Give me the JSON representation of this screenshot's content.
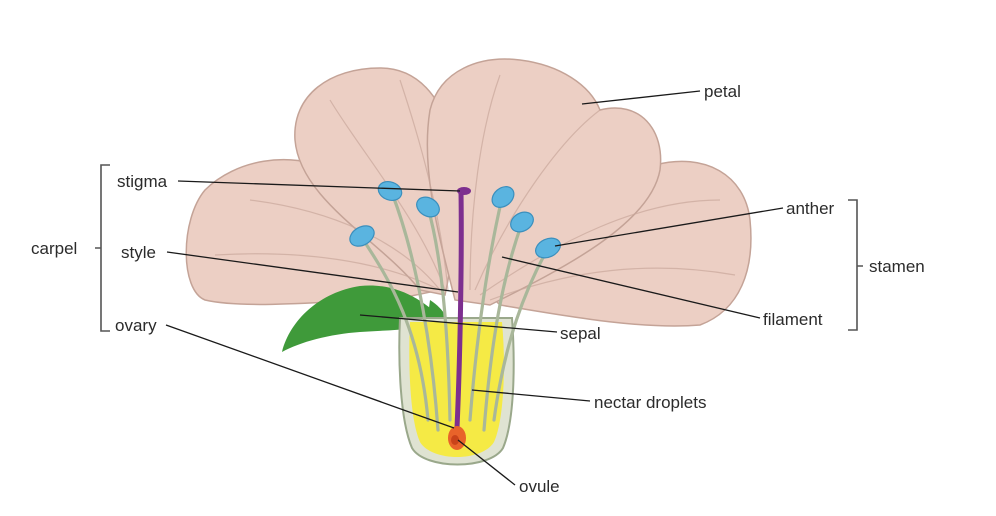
{
  "labels": {
    "petal": "petal",
    "stigma": "stigma",
    "style": "style",
    "ovary": "ovary",
    "carpel": "carpel",
    "anther": "anther",
    "filament": "filament",
    "stamen": "stamen",
    "sepal": "sepal",
    "nectar": "nectar droplets",
    "ovule": "ovule"
  },
  "colors": {
    "petal": "#eccfc4",
    "petal_edge": "#c4a397",
    "sepal": "#3f9a3a",
    "nectar": "#f5ea45",
    "style": "#7d2f8f",
    "anther": "#5ab4e0",
    "filament": "#a9b79a",
    "ovule": "#e8632a"
  }
}
